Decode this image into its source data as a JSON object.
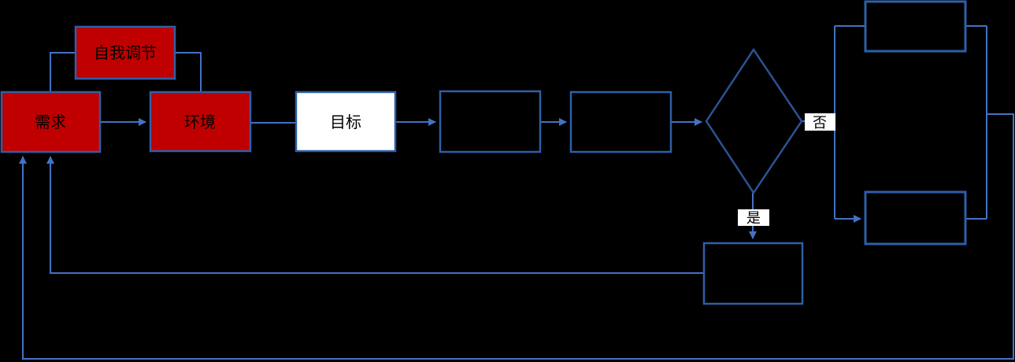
{
  "diagram": {
    "type": "flowchart",
    "background_color": "#000000",
    "palette": {
      "red_node_fill": "#C00000",
      "white_node_fill": "#FFFFFF",
      "empty_node_fill": "#000000",
      "node_border": "#2E5FA8",
      "diamond_border": "#2B5291",
      "connector": "#4472C4",
      "label_text": "#000000",
      "branch_label_bg": "#FFFFFF"
    },
    "nodes": {
      "self_regulation": {
        "label": "自我调节",
        "fill": "#C00000",
        "shape": "rect"
      },
      "need": {
        "label": "需求",
        "fill": "#C00000",
        "shape": "rect"
      },
      "environment": {
        "label": "环境",
        "fill": "#C00000",
        "shape": "rect"
      },
      "goal": {
        "label": "目标",
        "fill": "#FFFFFF",
        "shape": "rect"
      },
      "step_1": {
        "label": "",
        "fill": "#000000",
        "shape": "rect"
      },
      "step_2": {
        "label": "",
        "fill": "#000000",
        "shape": "rect"
      },
      "decision": {
        "label": "",
        "fill": "#000000",
        "shape": "diamond"
      },
      "outcome_top": {
        "label": "",
        "fill": "#000000",
        "shape": "rect"
      },
      "outcome_bottom": {
        "label": "",
        "fill": "#000000",
        "shape": "rect"
      },
      "yes_result": {
        "label": "",
        "fill": "#000000",
        "shape": "rect"
      }
    },
    "branch_labels": {
      "no": "否",
      "yes": "是"
    }
  }
}
